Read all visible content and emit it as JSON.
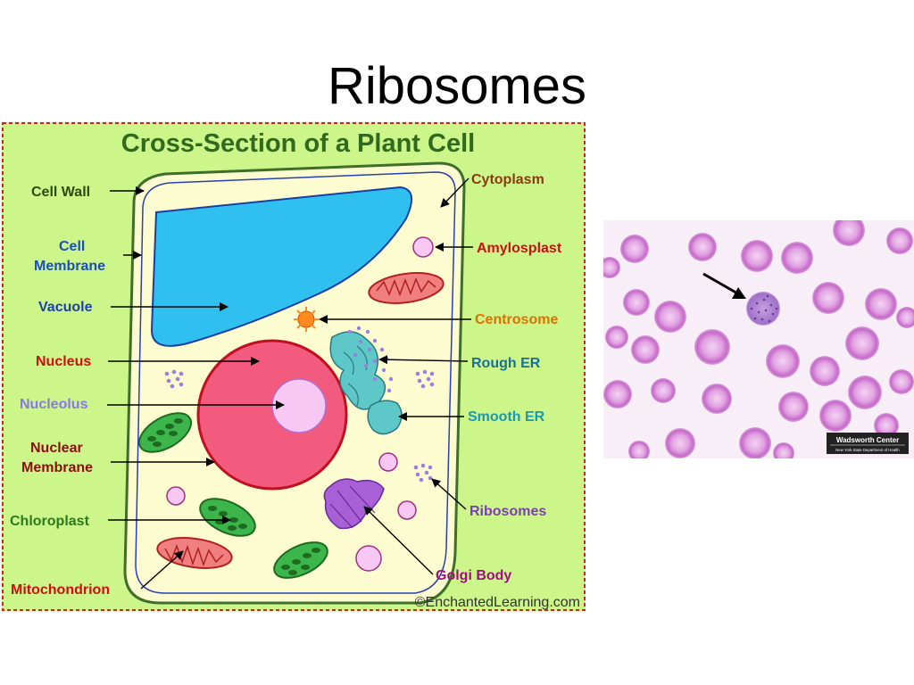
{
  "slide": {
    "title": "Ribosomes"
  },
  "diagram": {
    "title": "Cross-Section of a Plant Cell",
    "credit": "©EnchantedLearning.com",
    "colors": {
      "background": "#ccf58a",
      "frame": "#d32020",
      "cell_wall": "#3f6e2a",
      "cytoplasm": "#fdfcd0",
      "vacuole": "#2fc0f0",
      "nucleus": "#f25a7e",
      "nucleolus": "#f8c8f4",
      "chloroplast": "#3cb54a",
      "golgi": "#a95fd6"
    },
    "labels_left": [
      {
        "key": "cell-wall",
        "text": "Cell Wall",
        "color": "#2b4a10"
      },
      {
        "key": "cell-membrane",
        "text": "Cell\nMembrane",
        "color": "#1a4fb8"
      },
      {
        "key": "vacuole",
        "text": "Vacuole",
        "color": "#1a3fb0"
      },
      {
        "key": "nucleus",
        "text": "Nucleus",
        "color": "#cc1010"
      },
      {
        "key": "nucleolus",
        "text": "Nucleolus",
        "color": "#8a7ae0"
      },
      {
        "key": "nuclear-membrane",
        "text": "Nuclear\nMembrane",
        "color": "#8a1010"
      },
      {
        "key": "chloroplast",
        "text": "Chloroplast",
        "color": "#2a7a20"
      },
      {
        "key": "mitochondrion",
        "text": "Mitochondrion",
        "color": "#cc1010"
      }
    ],
    "labels_right": [
      {
        "key": "cytoplasm",
        "text": "Cytoplasm",
        "color": "#8a3a10"
      },
      {
        "key": "amylosplast",
        "text": "Amylosplast",
        "color": "#cc1010"
      },
      {
        "key": "centrosome",
        "text": "Centrosome",
        "color": "#e07000"
      },
      {
        "key": "rough-er",
        "text": "Rough ER",
        "color": "#1a7090"
      },
      {
        "key": "smooth-er",
        "text": "Smooth ER",
        "color": "#1a9ab0"
      },
      {
        "key": "ribosomes",
        "text": "Ribosomes",
        "color": "#7a40b0"
      },
      {
        "key": "golgi-body",
        "text": "Golgi Body",
        "color": "#a01080"
      }
    ]
  },
  "micrograph": {
    "watermark_title": "Wadsworth Center",
    "watermark_subtitle": "New York State Department of Health",
    "colors": {
      "cell": "#c86fc8",
      "cell_center": "#f0c8f0",
      "marked_cell": "#b078d0",
      "background": "#f7eef7"
    }
  }
}
